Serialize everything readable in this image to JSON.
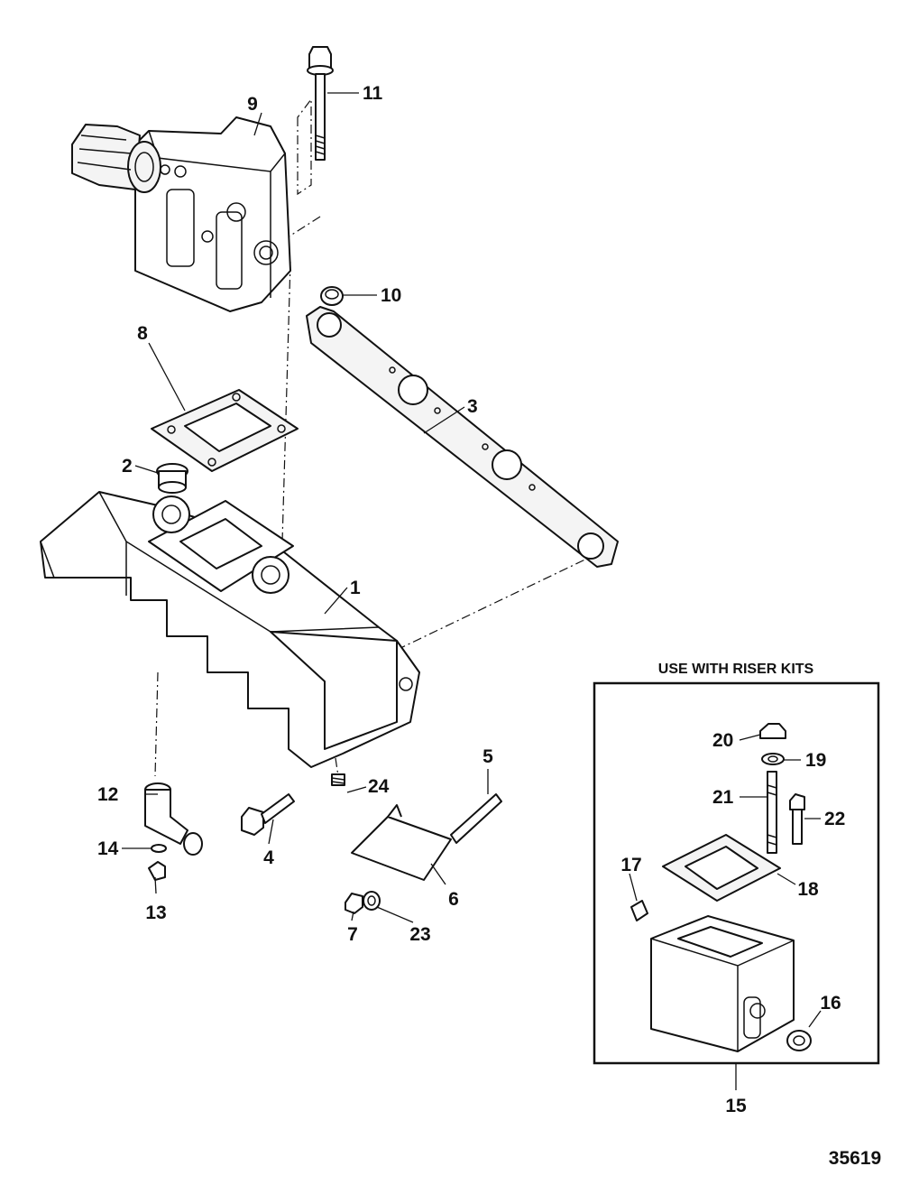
{
  "diagram_id": "35619",
  "riser_kit_box_title": "USE WITH RISER KITS",
  "callouts": {
    "p1": "1",
    "p2": "2",
    "p3": "3",
    "p4": "4",
    "p5": "5",
    "p6": "6",
    "p7": "7",
    "p8": "8",
    "p9": "9",
    "p10": "10",
    "p11": "11",
    "p12": "12",
    "p13": "13",
    "p14": "14",
    "p15": "15",
    "p16": "16",
    "p17": "17",
    "p18": "18",
    "p19": "19",
    "p20": "20",
    "p21": "21",
    "p22": "22",
    "p23": "23",
    "p24": "24"
  }
}
